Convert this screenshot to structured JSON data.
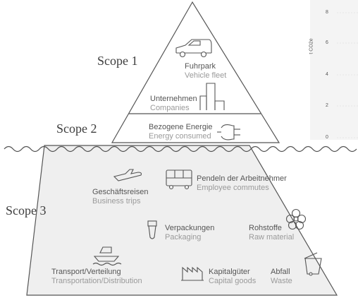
{
  "scopes": {
    "scope1": "Scope 1",
    "scope2": "Scope 2",
    "scope3": "Scope 3"
  },
  "items": {
    "vehicle_fleet": {
      "de": "Fuhrpark",
      "en": "Vehicle fleet",
      "icon": "car-icon"
    },
    "companies": {
      "de": "Unternehmen",
      "en": "Companies",
      "icon": "buildings-icon"
    },
    "energy": {
      "de": "Bezogene Energie",
      "en": "Energy consumed",
      "icon": "plug-icon"
    },
    "business_trips": {
      "de": "Geschäftsreisen",
      "en": "Business trips",
      "icon": "airplane-icon"
    },
    "commutes": {
      "de": "Pendeln der Arbeitnehmer",
      "en": "Employee commutes",
      "icon": "bus-icon"
    },
    "packaging": {
      "de": "Verpackungen",
      "en": "Packaging",
      "icon": "tube-icon"
    },
    "raw_material": {
      "de": "Rohstoffe",
      "en": "Raw material",
      "icon": "flower-icon"
    },
    "transport": {
      "de": "Transport/Verteilung",
      "en": "Transportation/Distribution",
      "icon": "ship-icon"
    },
    "capital_goods": {
      "de": "Kapitalgüter",
      "en": "Capital goods",
      "icon": "factory-icon"
    },
    "waste": {
      "de": "Abfall",
      "en": "Waste",
      "icon": "trash-bin-icon"
    }
  },
  "side_chart": {
    "axis_label": "t CO2e",
    "ticks": [
      "8",
      "6",
      "4",
      "2",
      "0"
    ]
  },
  "colors": {
    "line": "#555555",
    "scope3_fill": "#efefef",
    "chart_panel": "#f4f4f4"
  }
}
